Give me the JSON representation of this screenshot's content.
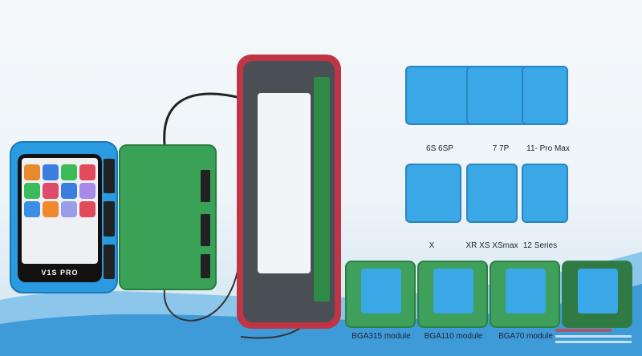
{
  "programmer": {
    "brand": "V1S PRO"
  },
  "fixtures": [
    {
      "label": "6S 6SP"
    },
    {
      "label": "7  7P"
    },
    {
      "label": "11- Pro Max"
    },
    {
      "label": "X"
    },
    {
      "label": "XR XS XSmax"
    },
    {
      "label": "12 Series"
    }
  ],
  "modules": [
    {
      "label": "BGA315 module"
    },
    {
      "label": "BGA110 module"
    },
    {
      "label": "BGA70 module"
    }
  ],
  "colors": {
    "fixture": "#3aa7e6",
    "board": "#3ea05a",
    "phone_frame": "#c03545",
    "accent_text": "#d63a3a"
  }
}
